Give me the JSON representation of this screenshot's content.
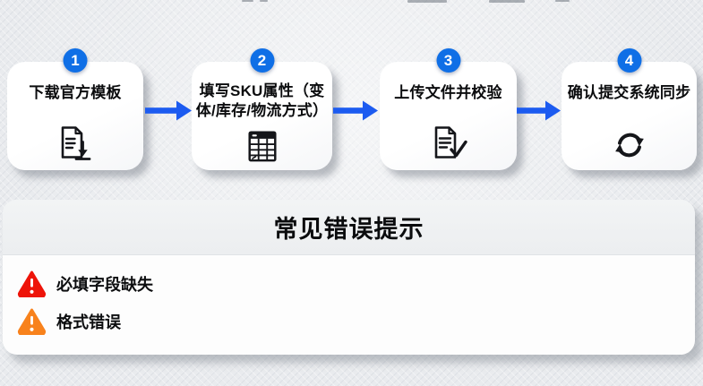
{
  "colors": {
    "badge_blue": "#0f6fe6",
    "arrow_blue": "#1c5bf0",
    "error_red": "#ee1409",
    "warning_orange": "#f8821c",
    "card_background": "#ffffff",
    "page_background": "#e9ebee"
  },
  "steps": [
    {
      "number": "1",
      "label": "下载官方模板",
      "label_lines": [
        "下载官方模板"
      ],
      "icon": "document-download-icon"
    },
    {
      "number": "2",
      "label": "填写SKU属性（变体/库存/物流方式）",
      "label_lines": [
        "填写SKU属性（变",
        "体/库存/物流方式）"
      ],
      "icon": "spreadsheet-table-icon"
    },
    {
      "number": "3",
      "label": "上传文件并校验",
      "label_lines": [
        "上传文件并校验"
      ],
      "icon": "document-check-icon"
    },
    {
      "number": "4",
      "label": "确认提交系统同步",
      "label_lines": [
        "确认提交系统同步"
      ],
      "icon": "sync-arrows-icon"
    }
  ],
  "error_panel": {
    "title": "常见错误提示",
    "items": [
      {
        "label": "必填字段缺失",
        "severity": "error",
        "icon": "warning-triangle-icon",
        "color": "#ee1409"
      },
      {
        "label": "格式错误",
        "severity": "warning",
        "icon": "warning-triangle-icon",
        "color": "#f8821c"
      }
    ]
  }
}
